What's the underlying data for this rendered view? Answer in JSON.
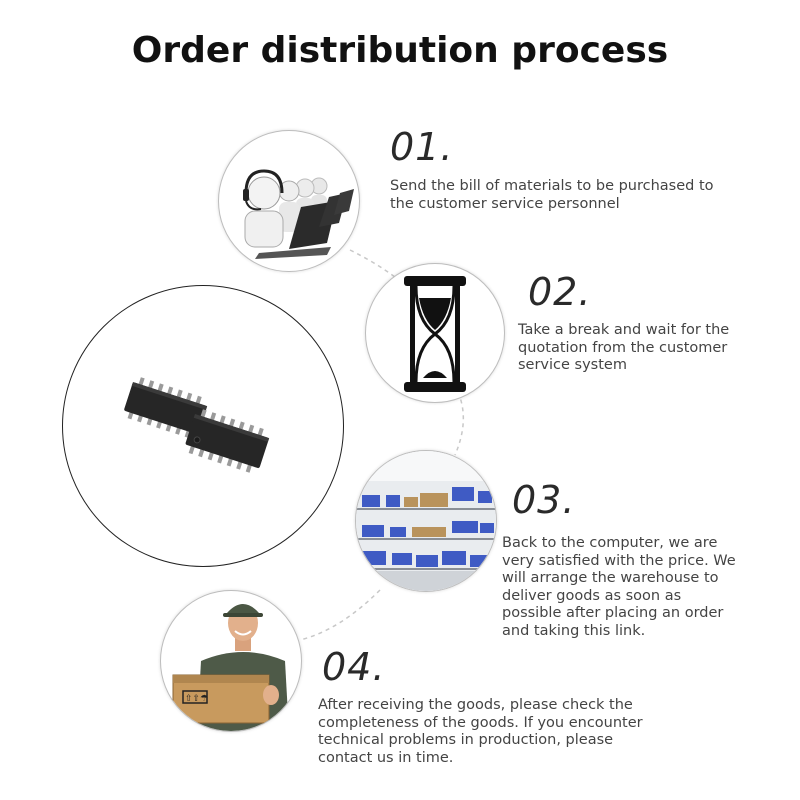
{
  "title": "Order distribution process",
  "steps": [
    {
      "number": "01.",
      "text": "Send the bill of materials to be purchased to the customer service personnel",
      "icon": "customer-service-icon"
    },
    {
      "number": "02.",
      "text": "Take a break and wait for the quotation from the customer service system",
      "icon": "hourglass-icon"
    },
    {
      "number": "03.",
      "text": "Back to the computer, we are very satisfied with the price. We will arrange the warehouse to deliver goods as soon as possible after placing an order and taking this link.",
      "icon": "warehouse-icon"
    },
    {
      "number": "04.",
      "text": "After receiving the goods, please check the completeness of the goods. If you encounter technical problems in production, please contact us in time.",
      "icon": "delivery-man-icon"
    }
  ],
  "product": {
    "icon": "ic-chip-icon"
  }
}
